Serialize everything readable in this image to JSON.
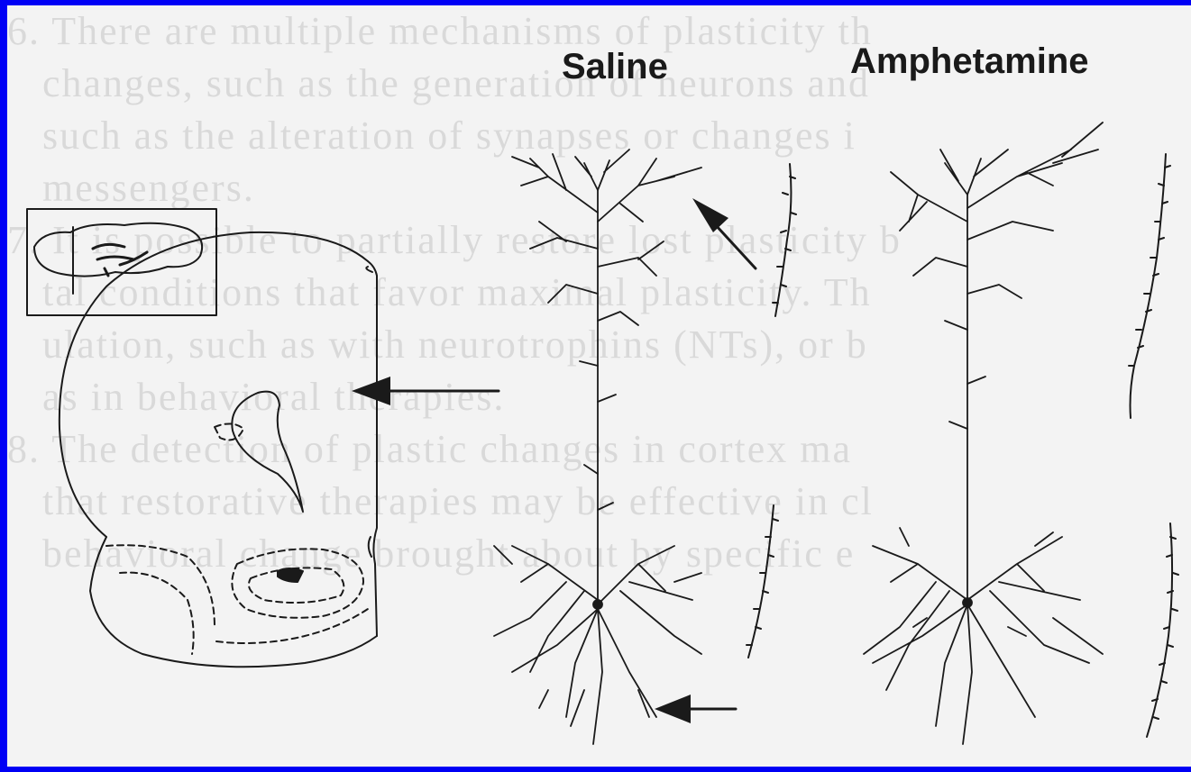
{
  "labels": {
    "saline": "Saline",
    "amphetamine": "Amphetamine"
  },
  "background_text_lines": [
    "6. There are multiple mechanisms of plasticity th",
    "   changes, such as the generation of neurons and",
    "   such as the alteration of synapses or changes i",
    "   messengers.",
    "7. It is possible to partially restore lost plasticity b",
    "   tal conditions that favor maximal plasticity. Th",
    "   ulation, such as with neurotrophins (NTs), or b",
    "   as in behavioral therapies.",
    "8. The detection of plastic changes in cortex ma",
    "   that restorative therapies may be effective in cl",
    "   behavioral change brought about by specific e"
  ],
  "colors": {
    "frame_border": "#0000f5",
    "paper": "#f3f3f3",
    "ink": "#1a1a1a"
  }
}
